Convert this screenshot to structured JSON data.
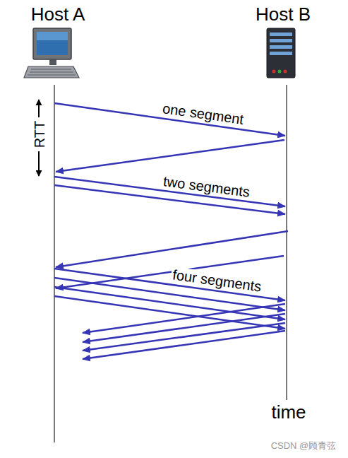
{
  "diagram": {
    "labels": [
      "Host A",
      "Host B",
      "RTT",
      "one segment",
      "two segments",
      "four segments",
      "time",
      "CSDN @顾青弦"
    ]
  }
}
